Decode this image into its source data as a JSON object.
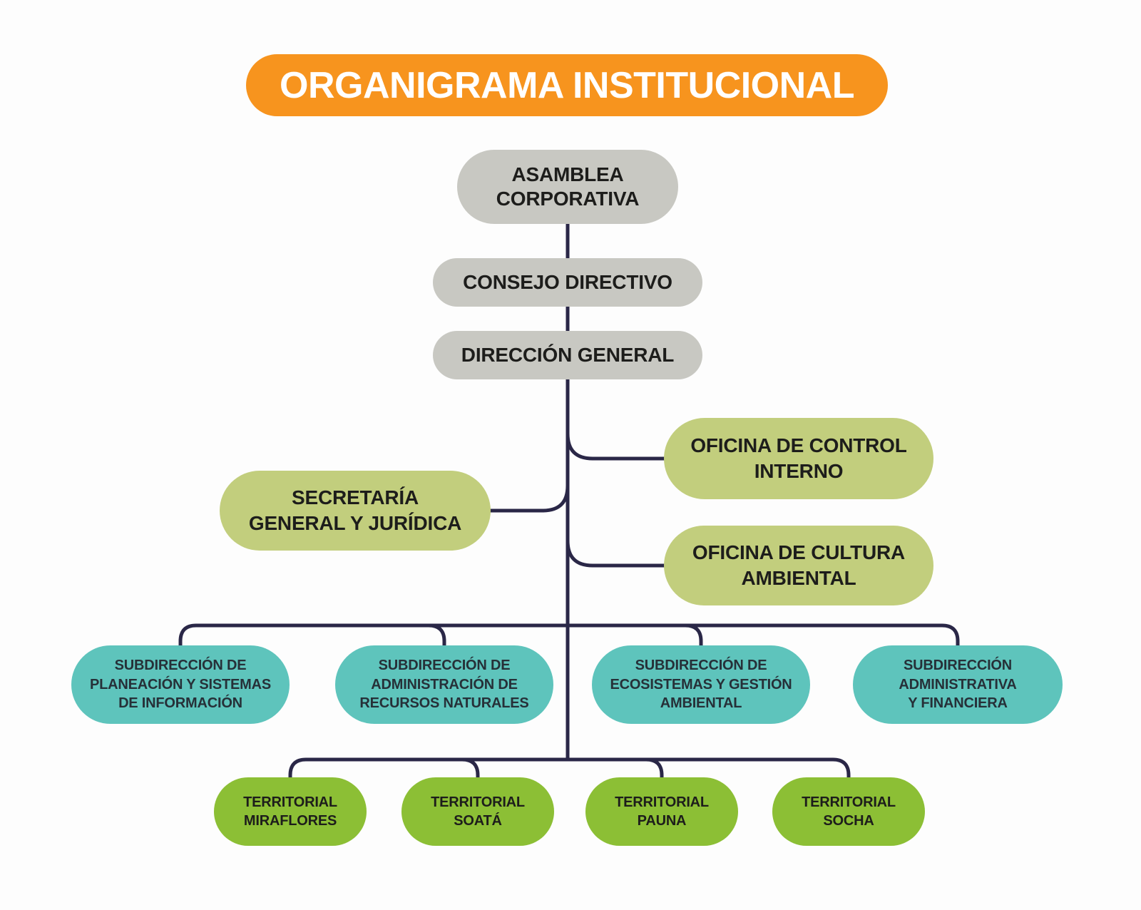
{
  "title": "ORGANIGRAMA INSTITUCIONAL",
  "colors": {
    "background": "#fdfdfd",
    "title_bg": "#f7941e",
    "title_text": "#ffffff",
    "gray_node": "#c8c8c2",
    "lime_node": "#c2ce7d",
    "teal_node": "#5ec4bc",
    "green_node": "#8cbf35",
    "connector": "#2a2747",
    "node_text": "#1d1d1b",
    "teal_node_text": "#263038"
  },
  "nodes": {
    "asamblea": {
      "lines": [
        "ASAMBLEA",
        "CORPORATIVA"
      ]
    },
    "consejo": {
      "lines": [
        "CONSEJO DIRECTIVO"
      ]
    },
    "direccion": {
      "lines": [
        "DIRECCIÓN GENERAL"
      ]
    },
    "secretaria": {
      "lines": [
        "SECRETARÍA",
        "GENERAL Y JURÍDICA"
      ]
    },
    "control_interno": {
      "lines": [
        "OFICINA DE CONTROL",
        "INTERNO"
      ]
    },
    "cultura_ambiental": {
      "lines": [
        "OFICINA DE CULTURA",
        "AMBIENTAL"
      ]
    },
    "sub_planeacion": {
      "lines": [
        "SUBDIRECCIÓN DE",
        "PLANEACIÓN Y SISTEMAS",
        "DE INFORMACIÓN"
      ]
    },
    "sub_recursos": {
      "lines": [
        "SUBDIRECCIÓN DE",
        "ADMINISTRACIÓN DE",
        "RECURSOS NATURALES"
      ]
    },
    "sub_ecosistemas": {
      "lines": [
        "SUBDIRECCIÓN DE",
        "ECOSISTEMAS Y GESTIÓN",
        "AMBIENTAL"
      ]
    },
    "sub_admin_financiera": {
      "lines": [
        "SUBDIRECCIÓN",
        "ADMINISTRATIVA",
        "Y FINANCIERA"
      ]
    },
    "terr_miraflores": {
      "lines": [
        "TERRITORIAL",
        "MIRAFLORES"
      ]
    },
    "terr_soata": {
      "lines": [
        "TERRITORIAL",
        "SOATÁ"
      ]
    },
    "terr_pauna": {
      "lines": [
        "TERRITORIAL",
        "PAUNA"
      ]
    },
    "terr_socha": {
      "lines": [
        "TERRITORIAL",
        "SOCHA"
      ]
    }
  }
}
